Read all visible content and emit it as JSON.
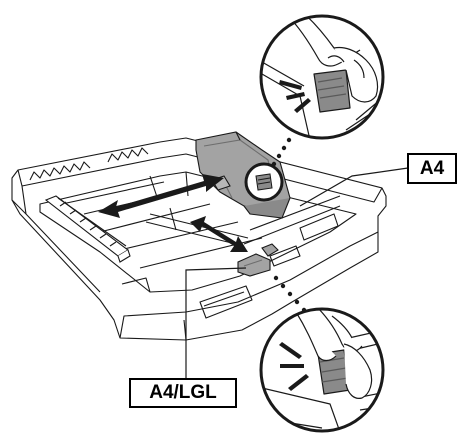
{
  "labels": {
    "a4": "A4",
    "a4_lgl": "A4/LGL"
  },
  "colors": {
    "line": "#1a1a1a",
    "metal": "#9a9a9a",
    "metal_dark": "#6e6e6e",
    "background": "#ffffff"
  },
  "icons": {
    "double_arrow": "double-headed-arrow",
    "press_marks": "press-burst-marks"
  }
}
